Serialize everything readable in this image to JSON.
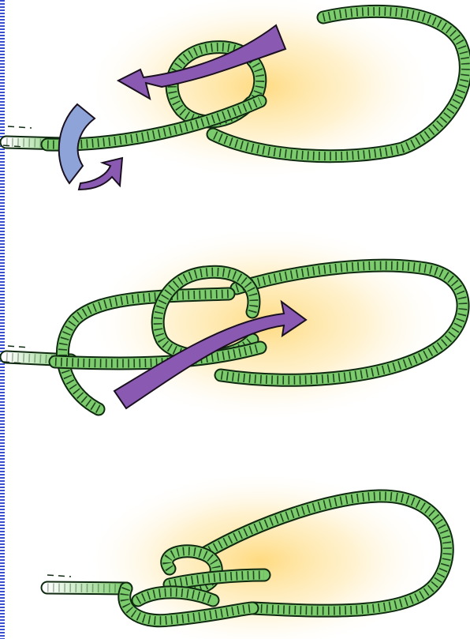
{
  "colors": {
    "rope": "#7ccc6e",
    "rope_outline": "#0f2a10",
    "rope_tail": "#eaf3df",
    "arrow_purple": "#8a5ab3",
    "arrow_blue": "#8ea4d8",
    "glow": "#ffd97a",
    "edge_stripes": "#3a4fd0"
  },
  "steps": [
    {
      "name": "step-1",
      "arrows": [
        "arrow-purple-left",
        "arrow-blue-curl",
        "arrow-purple-curl"
      ]
    },
    {
      "name": "step-2",
      "arrows": [
        "arrow-purple-right"
      ]
    },
    {
      "name": "step-3",
      "arrows": []
    }
  ]
}
